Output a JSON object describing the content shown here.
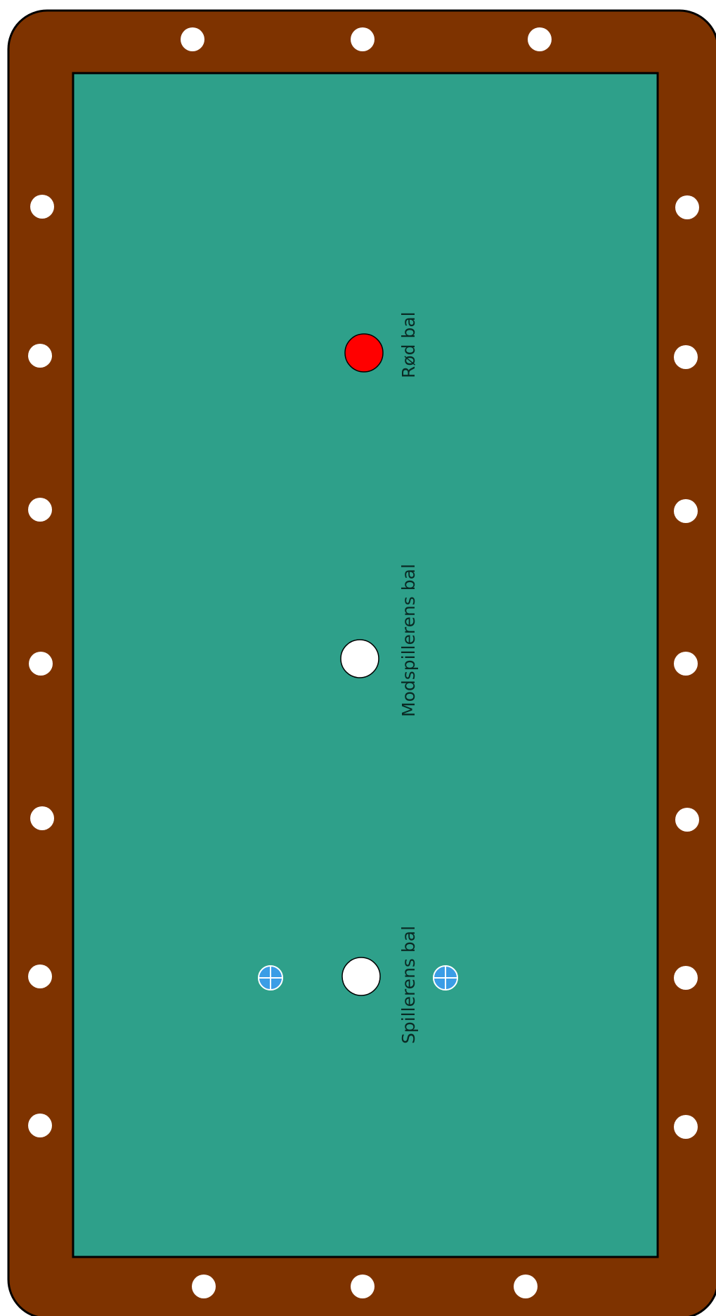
{
  "table": {
    "rail_color": "#7e3300",
    "felt_color": "#2ea08a",
    "outline_color": "#000000",
    "diamond_color": "#ffffff"
  },
  "balls": {
    "red": {
      "label": "Rød bal",
      "color": "#ff0000"
    },
    "opponent": {
      "label": "Modspillerens bal",
      "color": "#ffffff"
    },
    "player": {
      "label": "Spillerens bal",
      "color": "#ffffff"
    }
  },
  "markers": {
    "icon": "crosshair-circle-icon",
    "color": "#3b9de6"
  }
}
